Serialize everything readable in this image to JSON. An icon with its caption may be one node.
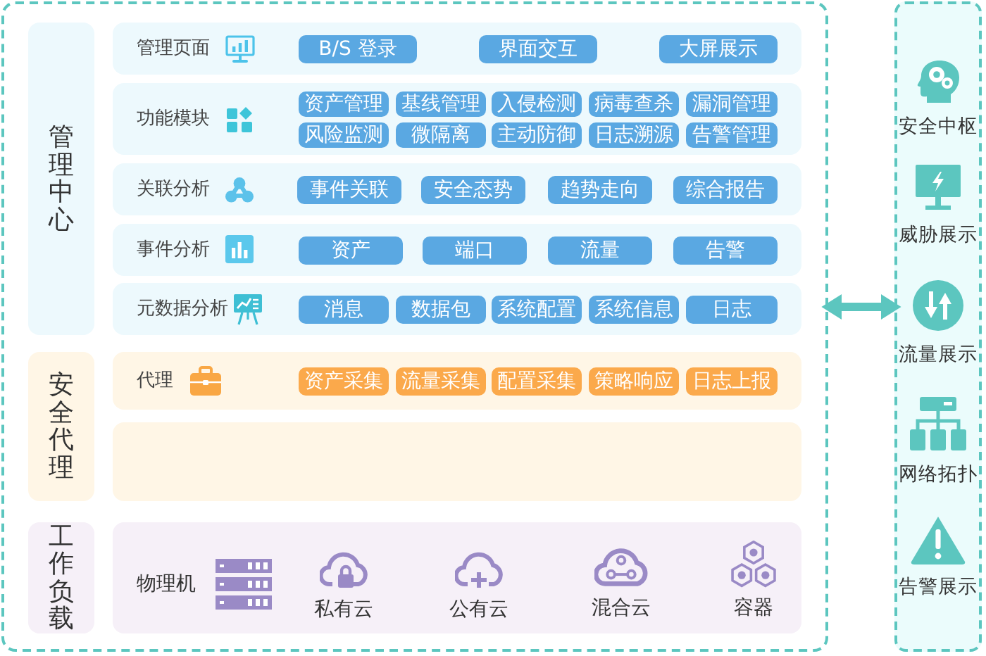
{
  "diagram": {
    "nodes": [
      {
        "text": [],
        "shape": "box"
      },
      {
        "text": [
          "管理中心"
        ],
        "in": 0
      },
      {
        "text": [
          "管理页面"
        ],
        "in": 0
      },
      {
        "text": [
          "B/S 登录"
        ],
        "in": 2
      },
      {
        "text": [
          "界面交互"
        ],
        "in": 2
      },
      {
        "text": [
          "大屏展示"
        ],
        "in": 2
      },
      {
        "text": [
          "功能模块"
        ],
        "in": 0
      },
      {
        "text": [
          "资产管理"
        ],
        "in": 6
      },
      {
        "text": [
          "基线管理"
        ],
        "in": 6
      },
      {
        "text": [
          "入侵检测"
        ],
        "in": 6
      },
      {
        "text": [
          "病毒查杀"
        ],
        "in": 6
      },
      {
        "text": [
          "漏洞管理"
        ],
        "in": 6
      },
      {
        "text": [
          "风险监测"
        ],
        "in": 6
      },
      {
        "text": [
          "微隔离"
        ],
        "in": 6
      },
      {
        "text": [
          "主动防御"
        ],
        "in": 6
      },
      {
        "text": [
          "日志溯源"
        ],
        "in": 6
      },
      {
        "text": [
          "告警管理"
        ],
        "in": 6
      },
      {
        "text": [
          "关联分析"
        ],
        "in": 0
      },
      {
        "text": [
          "事件关联"
        ],
        "in": 17
      },
      {
        "text": [
          "安全态势"
        ],
        "in": 17
      },
      {
        "text": [
          "趋势走向"
        ],
        "in": 17
      },
      {
        "text": [
          "综合报告"
        ],
        "in": 17
      },
      {
        "text": [
          "事件分析"
        ],
        "in": 0
      },
      {
        "text": [
          "资产"
        ],
        "in": 22
      },
      {
        "text": [
          "端口"
        ],
        "in": 22
      },
      {
        "text": [
          "流量"
        ],
        "in": 22
      },
      {
        "text": [
          "告警"
        ],
        "in": 22
      },
      {
        "text": [
          "元数据分析"
        ],
        "in": 0
      },
      {
        "text": [
          "消息"
        ],
        "in": 27
      },
      {
        "text": [
          "数据包"
        ],
        "in": 27
      },
      {
        "text": [
          "系统配置"
        ],
        "in": 27
      },
      {
        "text": [
          "系统信息"
        ],
        "in": 27
      },
      {
        "text": [
          "日志"
        ],
        "in": 27
      },
      {
        "text": [
          "安全代理"
        ],
        "in": 0
      },
      {
        "text": [
          "代理"
        ],
        "in": 0
      },
      {
        "text": [
          "资产采集"
        ],
        "in": 34
      },
      {
        "text": [
          "流量采集"
        ],
        "in": 34
      },
      {
        "text": [
          "配置采集"
        ],
        "in": 34
      },
      {
        "text": [
          "策略响应"
        ],
        "in": 34
      },
      {
        "text": [
          "日志上报"
        ],
        "in": 34
      },
      {
        "text": [],
        "shape": "box",
        "in": 0
      },
      {
        "text": [
          "工作负载"
        ],
        "in": 0
      },
      {
        "text": [
          "物理机",
          "私有云",
          "公有云",
          "混合云",
          "容器"
        ],
        "in": 0
      },
      {
        "text": [
          "安全中枢",
          "威胁展示",
          "流量展示",
          "网络拓扑",
          "告警展示"
        ]
      }
    ],
    "edges": [
      {
        "from": 0,
        "to": 43,
        "arrow": "both"
      }
    ]
  }
}
